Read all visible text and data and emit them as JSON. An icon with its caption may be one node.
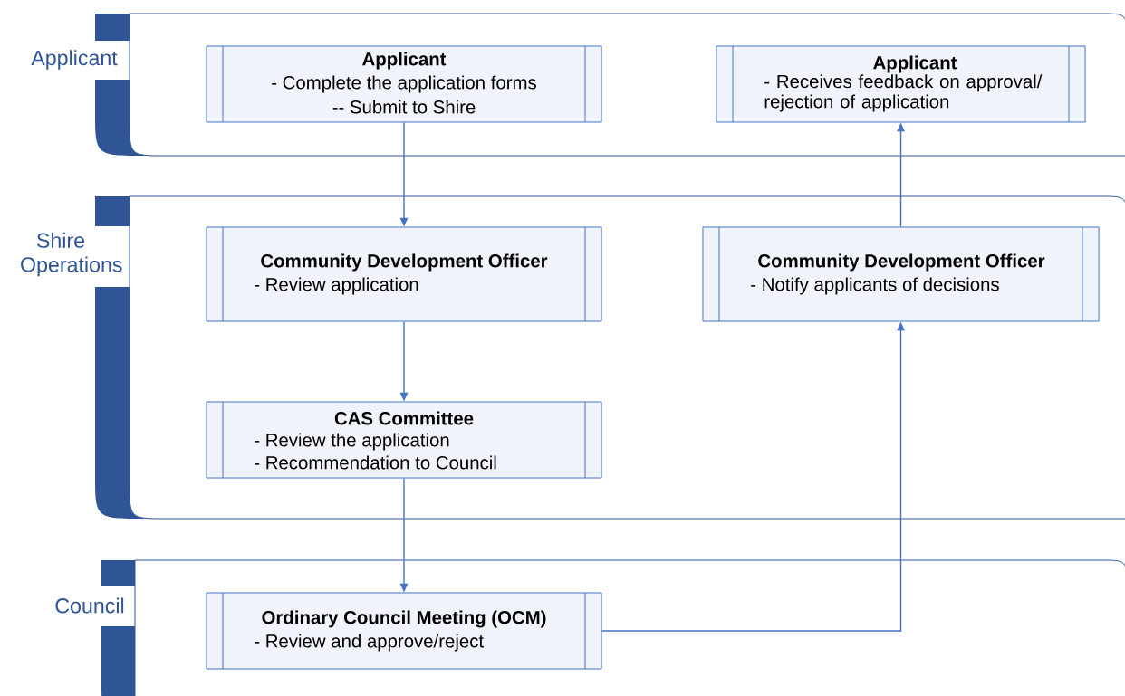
{
  "diagram": {
    "nodes": [
      {
        "text": [
          "Applicant"
        ]
      },
      {
        "text": [
          "Applicant",
          "- Complete the application forms",
          "-- Submit to Shire"
        ],
        "in": 0
      },
      {
        "text": [
          "Applicant",
          "-  Receives feedback on approval/ rejection of application"
        ],
        "in": 0
      },
      {
        "text": [
          "Shire Operations"
        ]
      },
      {
        "text": [
          "Community Development Officer",
          "- Review application"
        ],
        "in": 3
      },
      {
        "text": [
          "Community Development Officer",
          "- Notify applicants of decisions"
        ],
        "in": 3
      },
      {
        "text": [
          "CAS Committee",
          "- Review the application",
          "- Recommendation to Council"
        ],
        "in": 3
      },
      {
        "text": [
          "Council"
        ]
      },
      {
        "text": [
          "Ordinary Council Meeting (OCM)",
          "- Review and approve/reject"
        ],
        "in": 7
      }
    ],
    "edges": [
      {
        "from": 1,
        "to": 4,
        "arrow": "to"
      },
      {
        "from": 4,
        "to": 6,
        "arrow": "to"
      },
      {
        "from": 6,
        "to": 8,
        "arrow": "to"
      },
      {
        "from": 8,
        "to": 5,
        "arrow": "to"
      },
      {
        "from": 5,
        "to": 2,
        "arrow": "to"
      }
    ]
  }
}
